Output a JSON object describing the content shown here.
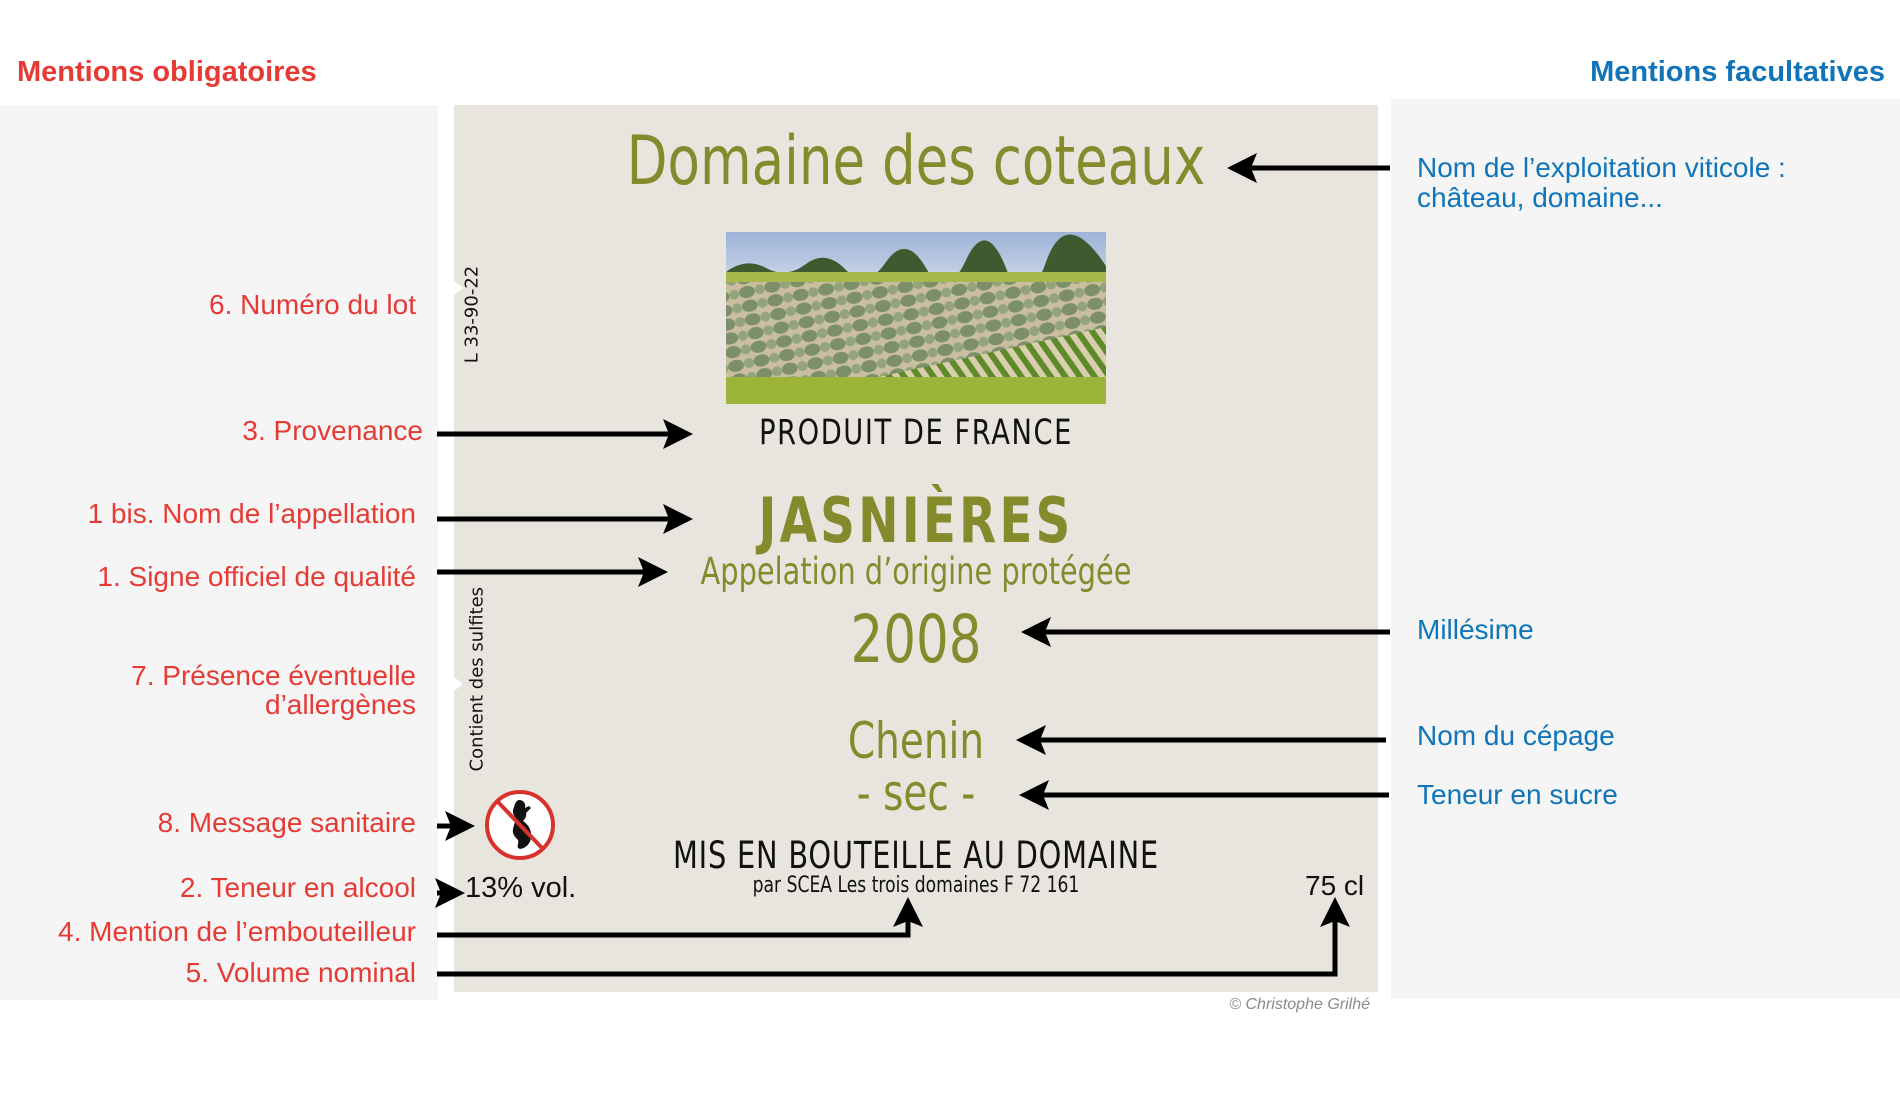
{
  "headers": {
    "left": "Mentions obligatoires",
    "right": "Mentions facultatives"
  },
  "colors": {
    "mandatory": "#e63a35",
    "optional": "#0f74b8",
    "label_text_olive": "#858a2c",
    "label_background": "#e8e5de",
    "panel_background": "#f5f5f5"
  },
  "mandatory_items": [
    {
      "id": "lot",
      "text": "6. Numéro du lot"
    },
    {
      "id": "provenance",
      "text": "3. Provenance"
    },
    {
      "id": "appellation",
      "text": "1 bis. Nom de l’appellation"
    },
    {
      "id": "signe",
      "text": "1. Signe officiel de qualité"
    },
    {
      "id": "allergenes",
      "text": "7. Présence éventuelle",
      "text2": "d’allergènes"
    },
    {
      "id": "sanitaire",
      "text": "8. Message sanitaire"
    },
    {
      "id": "alcool",
      "text": "2. Teneur en alcool"
    },
    {
      "id": "embouteilleur",
      "text": "4. Mention de l’embouteilleur"
    },
    {
      "id": "volume",
      "text": "5. Volume nominal"
    }
  ],
  "optional_items": [
    {
      "id": "exploitation",
      "text": "Nom de l’exploitation viticole :",
      "text2": "château, domaine..."
    },
    {
      "id": "millesime",
      "text": "Millésime"
    },
    {
      "id": "cepage",
      "text": "Nom du cépage"
    },
    {
      "id": "sucre",
      "text": "Teneur en sucre"
    }
  ],
  "wine_label": {
    "domaine": "Domaine des coteaux",
    "photo": "vineyard-and-olive-grove-photo",
    "origin": "PRODUIT DE FRANCE",
    "appellation": "JASNIÈRES",
    "quality_sign": "Appelation d’origine protégée",
    "vintage": "2008",
    "grape": "Chenin",
    "sweetness": "- sec -",
    "bottler": "MIS EN BOUTEILLE AU DOMAINE",
    "bottler_detail": "par SCEA Les trois domaines F 72 161",
    "lot_number": "L 33-90-22",
    "allergens": "Contient des sulfites",
    "health_icon": "no-alcohol-pregnant-woman-icon",
    "alcohol": "13% vol.",
    "volume": "75 cl"
  },
  "credit": "© Christophe Grilhé"
}
